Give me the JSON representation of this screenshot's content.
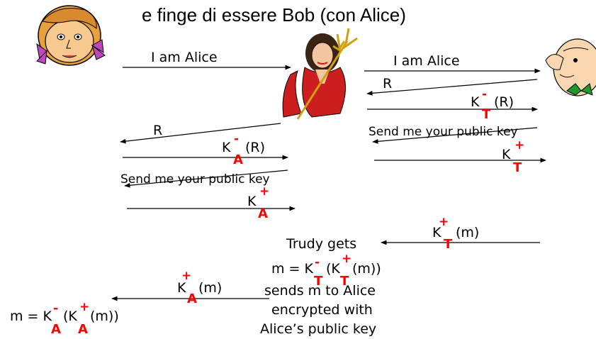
{
  "title": "e finge di essere Bob (con Alice)",
  "characters": {
    "alice": "alice-face",
    "trudy": "trudy-devil",
    "bob": "bob-face"
  },
  "labels": {
    "i_am_alice_left": "I am Alice",
    "i_am_alice_right": "I am Alice",
    "r_right": "R",
    "r_left": "R",
    "k": "K",
    "r_paren": "(R)",
    "m_paren": "(m)",
    "send_key_right": "Send me your public key",
    "send_key_left": "Send me your public key",
    "sub_t": "T",
    "sub_a": "A",
    "minus": "-",
    "plus": "+",
    "trudy_gets": "Trudy gets",
    "m_eq": "m = K",
    "open_k": "(K",
    "close_mm": "(m))",
    "sends_line1": "sends m to Alice",
    "sends_line2": "encrypted with",
    "sends_line3": "Alice’s public key"
  }
}
